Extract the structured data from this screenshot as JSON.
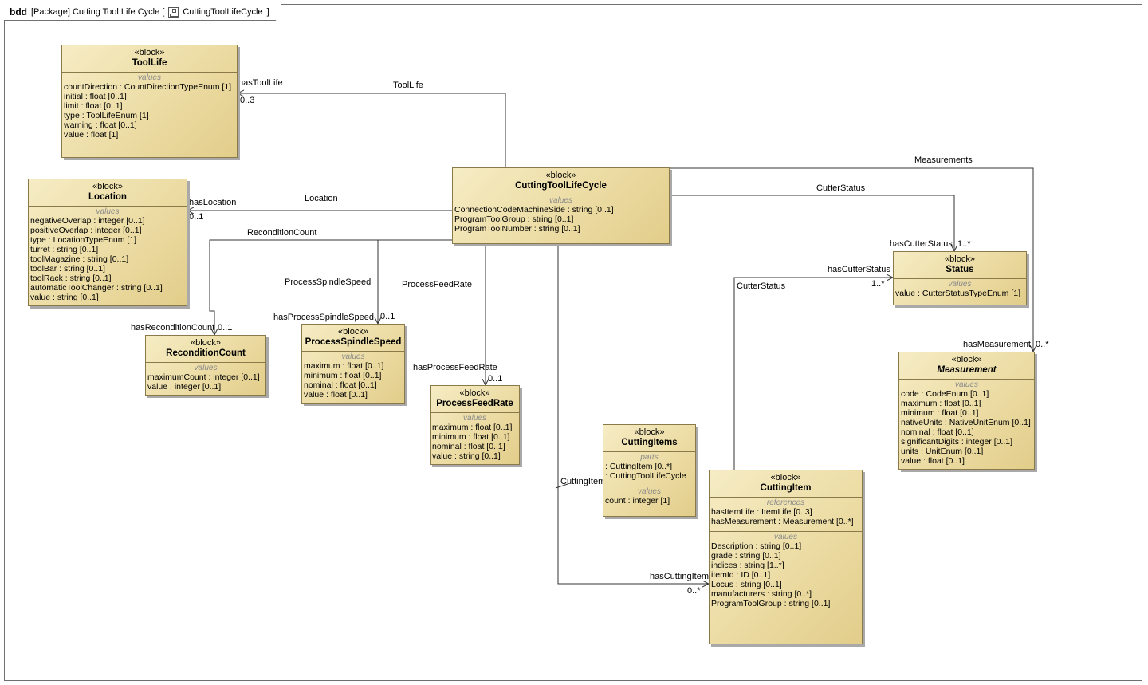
{
  "frame": {
    "kind": "bdd",
    "title_text": "[Package] Cutting Tool Life Cycle [",
    "subject": "CuttingToolLifeCycle",
    "close_bracket": "]",
    "icon": "package-diagram-icon"
  },
  "blocks": {
    "toollife": {
      "stereotype": "«block»",
      "name": "ToolLife",
      "sections": [
        {
          "title": "values",
          "rows": [
            "countDirection : CountDirectionTypeEnum [1]",
            "initial : float [0..1]",
            "limit : float [0..1]",
            "type : ToolLifeEnum [1]",
            "warning : float [0..1]",
            "value : float [1]"
          ]
        }
      ]
    },
    "location": {
      "stereotype": "«block»",
      "name": "Location",
      "sections": [
        {
          "title": "values",
          "rows": [
            "negativeOverlap : integer [0..1]",
            "positiveOverlap : integer [0..1]",
            "type : LocationTypeEnum [1]",
            "turret : string [0..1]",
            "toolMagazine : string [0..1]",
            "toolBar : string [0..1]",
            "toolRack : string [0..1]",
            "automaticToolChanger : string [0..1]",
            "value : string [0..1]"
          ]
        }
      ]
    },
    "cuttingtoollifecycle": {
      "stereotype": "«block»",
      "name": "CuttingToolLifeCycle",
      "sections": [
        {
          "title": "values",
          "rows": [
            "ConnectionCodeMachineSide : string [0..1]",
            "ProgramToolGroup : string [0..1]",
            "ProgramToolNumber : string [0..1]"
          ]
        }
      ]
    },
    "status": {
      "stereotype": "«block»",
      "name": "Status",
      "sections": [
        {
          "title": "values",
          "rows": [
            "value : CutterStatusTypeEnum [1]"
          ]
        }
      ]
    },
    "reconditioncount": {
      "stereotype": "«block»",
      "name": "ReconditionCount",
      "sections": [
        {
          "title": "values",
          "rows": [
            "maximumCount : integer [0..1]",
            "value : integer [0..1]"
          ]
        }
      ]
    },
    "processspindlespeed": {
      "stereotype": "«block»",
      "name": "ProcessSpindleSpeed",
      "sections": [
        {
          "title": "values",
          "rows": [
            "maximum : float [0..1]",
            "minimum : float [0..1]",
            "nominal : float [0..1]",
            "value : float [0..1]"
          ]
        }
      ]
    },
    "processfeedrate": {
      "stereotype": "«block»",
      "name": "ProcessFeedRate",
      "sections": [
        {
          "title": "values",
          "rows": [
            "maximum : float [0..1]",
            "minimum : float [0..1]",
            "nominal : float [0..1]",
            "value : string [0..1]"
          ]
        }
      ]
    },
    "measurement": {
      "stereotype": "«block»",
      "name": "Measurement",
      "sections": [
        {
          "title": "values",
          "rows": [
            "code : CodeEnum [0..1]",
            "maximum : float [0..1]",
            "minimum : float [0..1]",
            "nativeUnits : NativeUnitEnum [0..1]",
            "nominal : float [0..1]",
            "significantDigits : integer [0..1]",
            "units : UnitEnum [0..1]",
            "value : float [0..1]"
          ]
        }
      ]
    },
    "cuttingitems": {
      "stereotype": "«block»",
      "name": "CuttingItems",
      "sections": [
        {
          "title": "parts",
          "rows": [
            ": CuttingItem [0..*]",
            ": CuttingToolLifeCycle"
          ]
        },
        {
          "title": "values",
          "rows": [
            "count : integer [1]"
          ]
        }
      ]
    },
    "cuttingitem": {
      "stereotype": "«block»",
      "name": "CuttingItem",
      "sections": [
        {
          "title": "references",
          "rows": [
            "hasItemLife : ItemLife [0..3]",
            "hasMeasurement : Measurement [0..*]"
          ]
        },
        {
          "title": "values",
          "rows": [
            "Description : string [0..1]",
            "grade : string [0..1]",
            "indices : string [1..*]",
            "itemId : ID [0..1]",
            "Locus : string [0..1]",
            "manufacturers : string [0..*]",
            "ProgramToolGroup : string [0..1]"
          ]
        }
      ]
    }
  },
  "labels": {
    "toollife_assoc": "ToolLife",
    "has_tool_life": "hasToolLife",
    "mult_0_3": "0..3",
    "location_assoc": "Location",
    "has_location": "hasLocation",
    "mult_location": "0..1",
    "recondition_assoc": "ReconditionCount",
    "has_recondition": "hasReconditionCount",
    "mult_recondition": "0..1",
    "spindle_assoc": "ProcessSpindleSpeed",
    "has_spindle": "hasProcessSpindleSpeed",
    "mult_spindle": "0..1",
    "feed_assoc": "ProcessFeedRate",
    "has_feed": "hasProcessFeedRate",
    "mult_feed": "0..1",
    "measurements_assoc": "Measurements",
    "has_measurement": "hasMeasurement",
    "mult_measurement": "0..*",
    "cutterstatus_assoc_top": "CutterStatus",
    "has_cutter_status_top": "hasCutterStatus",
    "mult_status_top": "1..*",
    "cutterstatus_assoc_item": "CutterStatus",
    "has_cutter_status_item": "hasCutterStatus",
    "mult_status_item": "1..*",
    "cuttingitems_assoc": "CuttingItems",
    "has_cutting_item": "hasCuttingItem",
    "mult_cutting_item": "0..*"
  }
}
